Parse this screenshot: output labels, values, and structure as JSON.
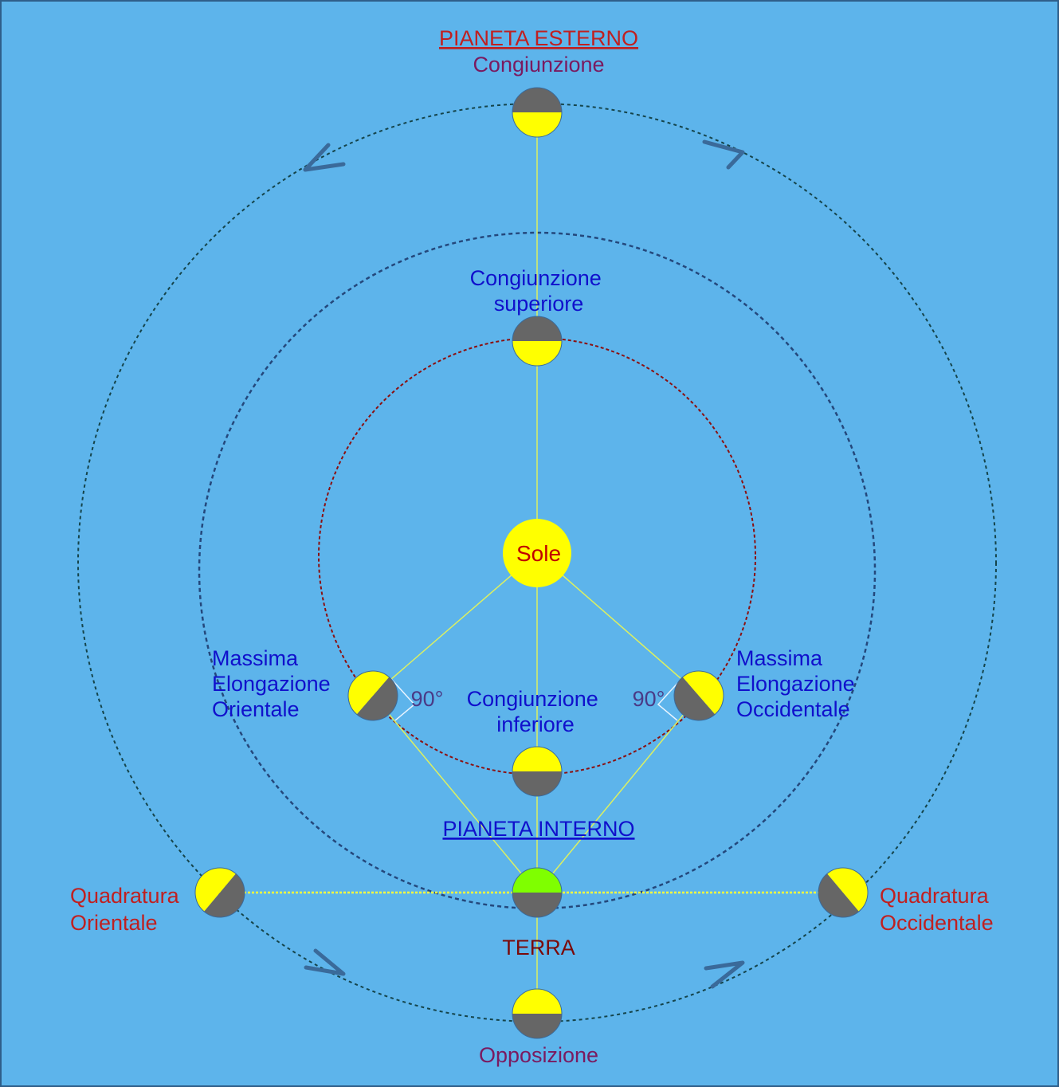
{
  "colors": {
    "background": "#5db4eb",
    "frame": "#2f5f8a",
    "outer_orbit": "#15444a",
    "middle_orbit": "#24487c",
    "inner_orbit": "#8b1010",
    "sun": "#ffff00",
    "sun_text": "#c00000",
    "planet_light": "#ffff00",
    "planet_dark": "#666666",
    "earth_light": "#7fff00",
    "sight_line": "#ddf060",
    "quadrature_line": "#ffff40",
    "arrow": "#3a6a9a",
    "label_blue": "#1010cc",
    "label_red": "#c02020",
    "label_purple": "#7a1a60",
    "label_darkred": "#7a0a0a",
    "right_angle": "#e8f4ff"
  },
  "titles": {
    "outer_planet": "PIANETA ESTERNO",
    "inner_planet": "PIANETA INTERNO"
  },
  "labels": {
    "sun": "Sole",
    "earth": "TERRA",
    "conjunction": "Congiunzione",
    "opposition": "Opposizione",
    "superior_conjunction": [
      "Congiunzione",
      "superiore"
    ],
    "inferior_conjunction": [
      "Congiunzione",
      "inferiore"
    ],
    "eastern_elongation": [
      "Massima",
      "Elongazione",
      "Orientale"
    ],
    "western_elongation": [
      "Massima",
      "Elongazione",
      "Occidentale"
    ],
    "eastern_quadrature": [
      "Quadratura",
      "Orientale"
    ],
    "western_quadrature": [
      "Quadratura",
      "Occidentale"
    ],
    "angle_east": "90°",
    "angle_west": "90°"
  }
}
